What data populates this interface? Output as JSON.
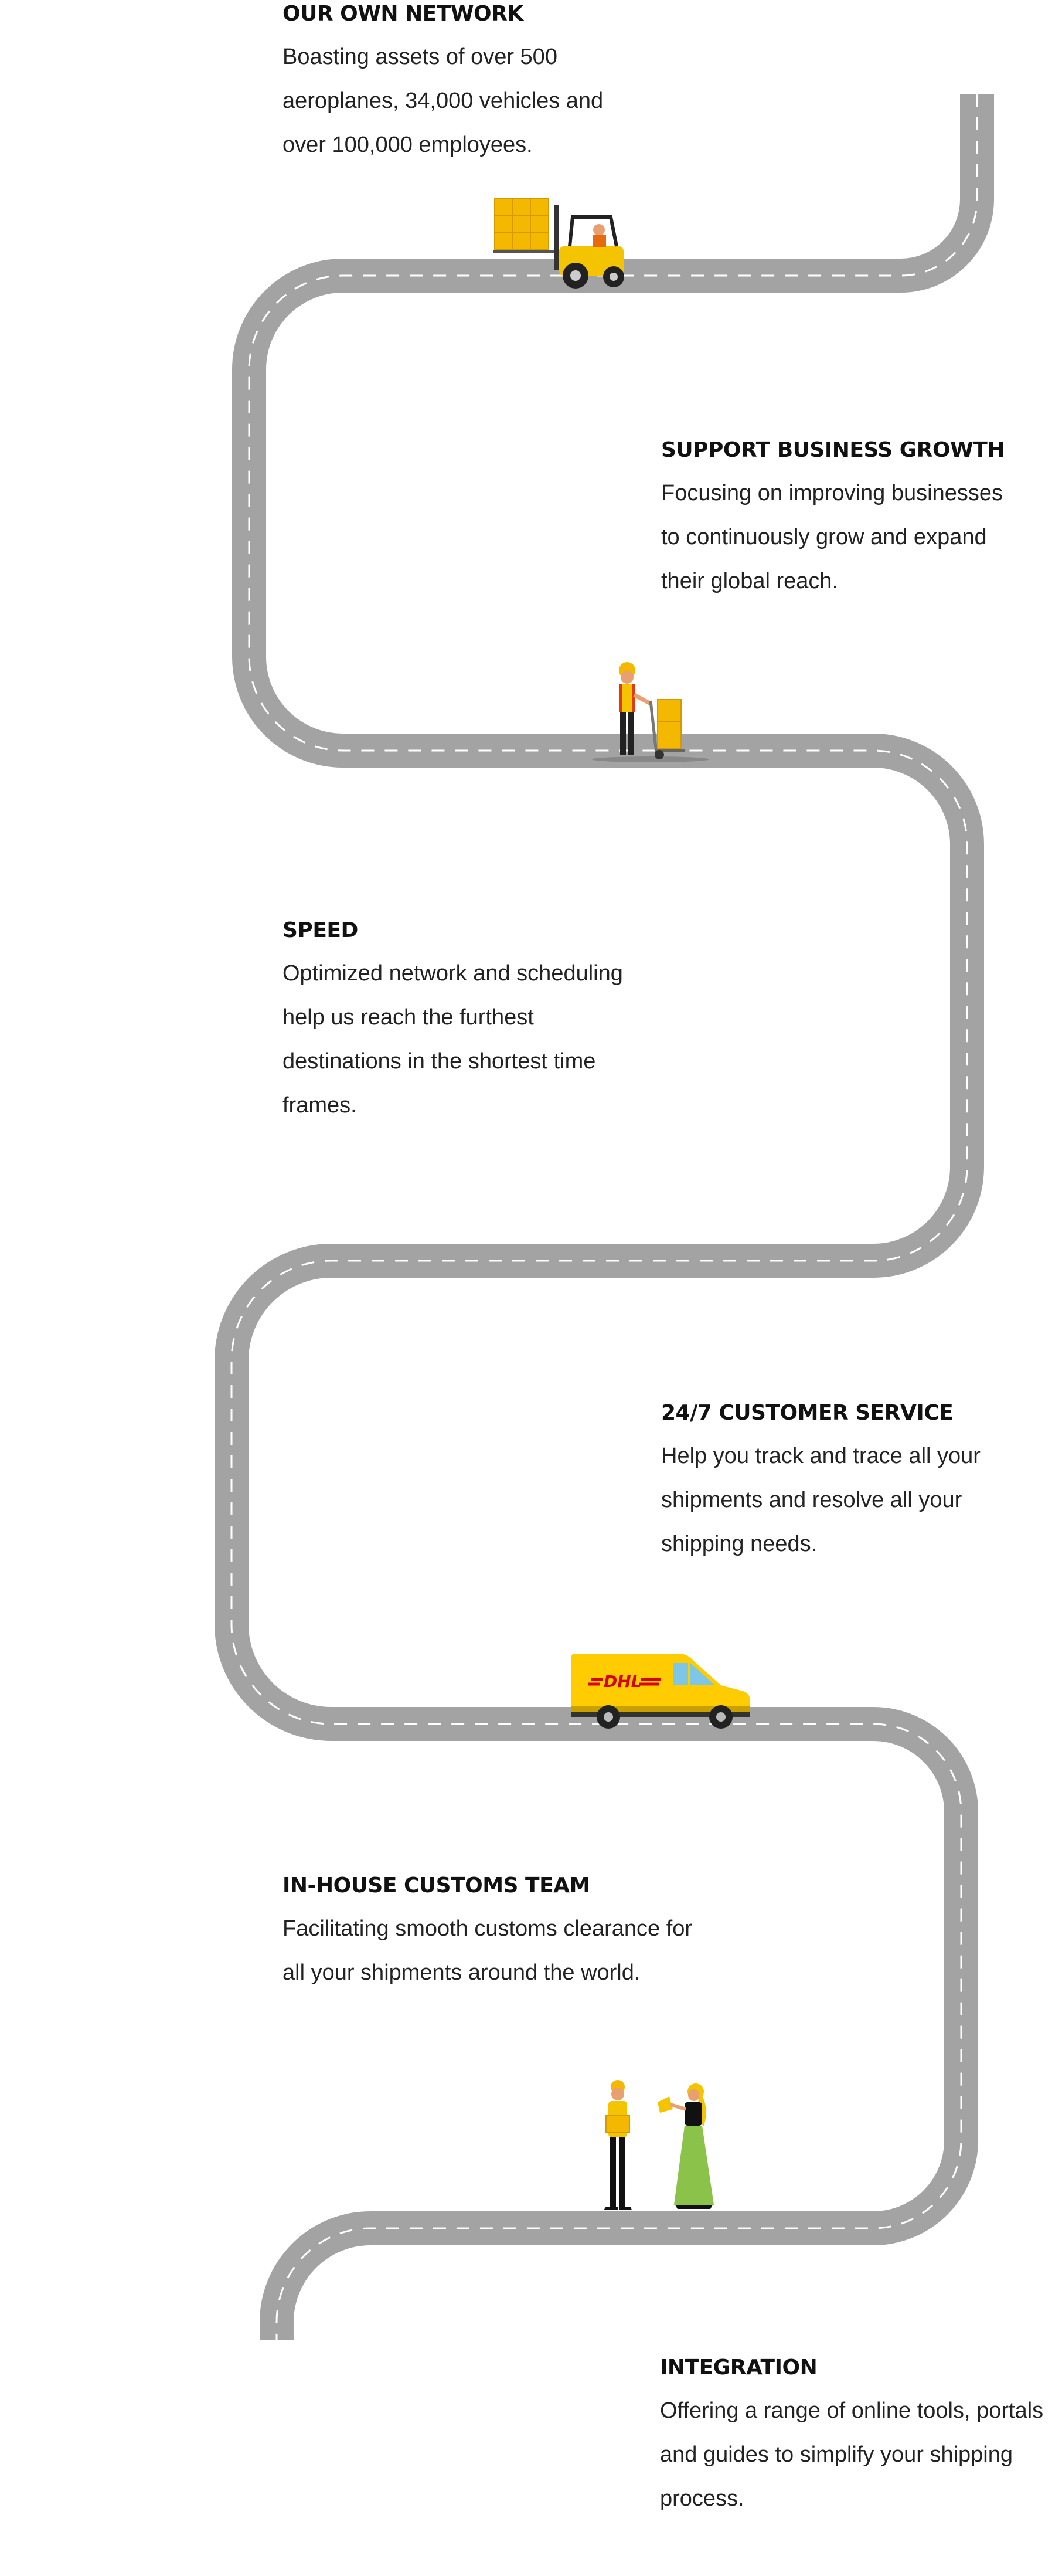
{
  "features": [
    {
      "title": "OUR OWN NETWORK",
      "description": "Boasting assets of over 500 aeroplanes, 34,000 vehicles and over 100,000 employees."
    },
    {
      "title": "SUPPORT BUSINESS GROWTH",
      "description": "Focusing on improving businesses to continuously grow and expand their global reach."
    },
    {
      "title": "SPEED",
      "description": "Optimized network and scheduling help us reach the furthest destinations in the shortest time frames."
    },
    {
      "title": "24/7 CUSTOMER SERVICE",
      "description": "Help you track and trace all your shipments and resolve all your shipping needs."
    },
    {
      "title": "IN-HOUSE CUSTOMS TEAM",
      "description": "Facilitating smooth customs clearance for all your shipments around the world."
    },
    {
      "title": "INTEGRATION",
      "description": "Offering a range of online tools, portals and guides to simplify your shipping process."
    }
  ],
  "van": {
    "logo_text": "DHL"
  },
  "colors": {
    "road": "#a3a3a3",
    "lane": "#ffffff",
    "brand_yellow": "#fecc00",
    "brand_red": "#d40511"
  }
}
